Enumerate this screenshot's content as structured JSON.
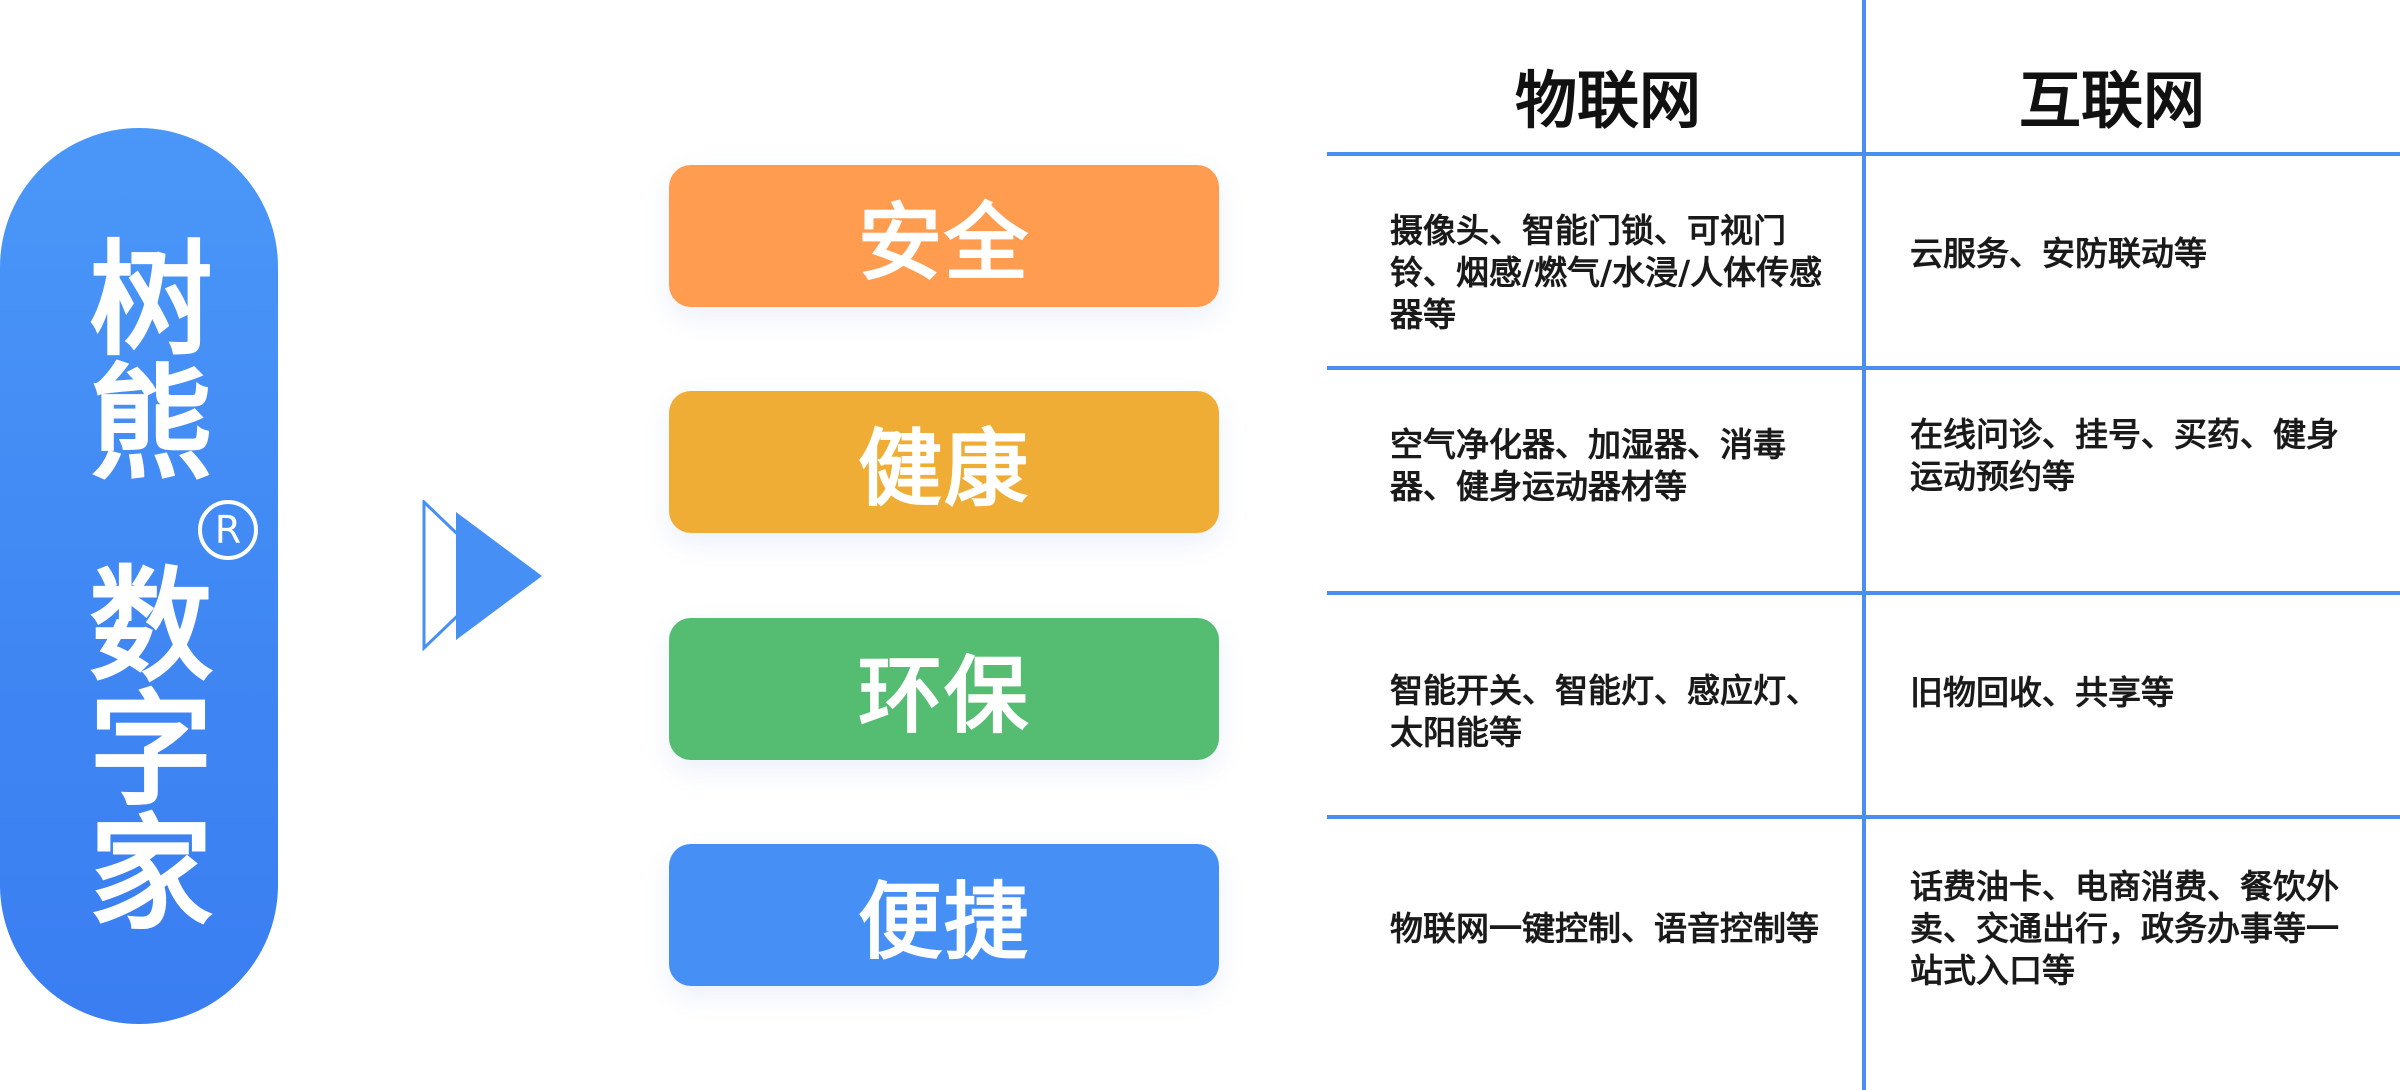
{
  "brand": {
    "line1": "树熊",
    "line2": "数字家",
    "registered_mark": "R",
    "gradient_top": "#4a97f8",
    "gradient_bottom": "#3a7ef1"
  },
  "columns": {
    "iot": "物联网",
    "internet": "互联网"
  },
  "rows": [
    {
      "category": "安全",
      "color": "#ff9c50",
      "iot": "摄像头、智能门锁、可视门铃、烟感/燃气/水浸/人体传感器等",
      "internet": "云服务、安防联动等"
    },
    {
      "category": "健康",
      "color": "#f0ad35",
      "iot": "空气净化器、加湿器、消毒器、健身运动器材等",
      "internet": "在线问诊、挂号、买药、健身运动预约等"
    },
    {
      "category": "环保",
      "color": "#55bd72",
      "iot": "智能开关、智能灯、感应灯、太阳能等",
      "internet": "旧物回收、共享等"
    },
    {
      "category": "便捷",
      "color": "#4690f5",
      "iot": "物联网一键控制、语音控制等",
      "internet": "话费油卡、电商消费、餐饮外卖、交通出行，政务办事等一站式入口等"
    }
  ],
  "line_color": "#4a8ef2",
  "arrow_color": "#4690f5"
}
